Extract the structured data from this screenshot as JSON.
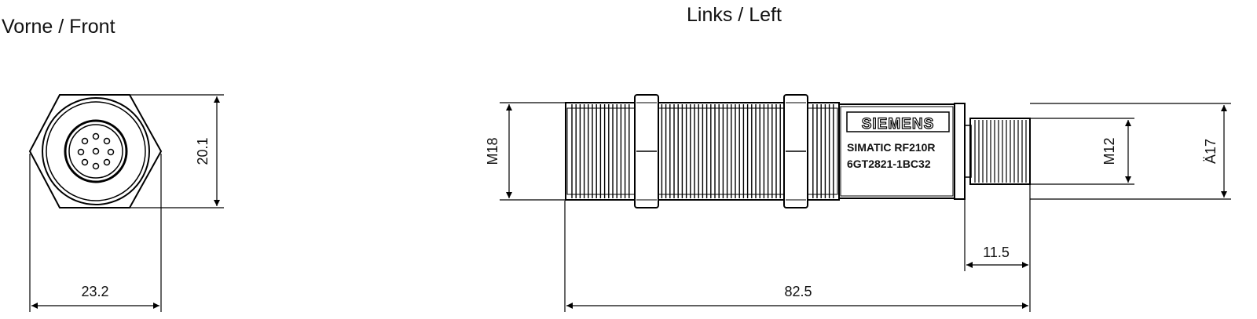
{
  "views": {
    "front_title": "Vorne / Front",
    "left_title": "Links / Left"
  },
  "dimensions": {
    "front_width": "23.2",
    "front_height": "20.1",
    "thread_body": "M18",
    "connector_thread": "M12",
    "connector_diameter": "Ä17",
    "connector_length": "11.5",
    "total_length": "82.5"
  },
  "product_label": {
    "brand": "SIEMENS",
    "model": "SIMATIC RF210R",
    "order_number": "6GT2821-1BC32"
  }
}
